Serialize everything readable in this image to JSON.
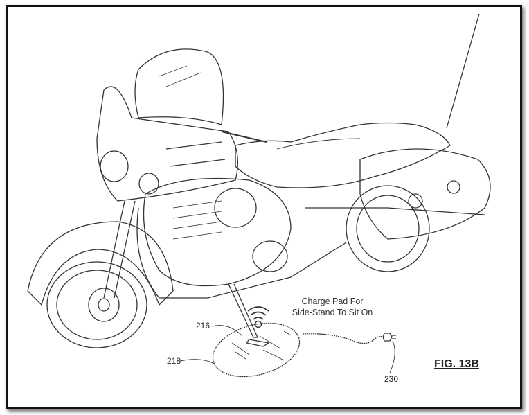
{
  "figure": {
    "title": "FIG. 13B",
    "caption_line1": "Charge Pad For",
    "caption_line2": "Side-Stand To Sit On",
    "refs": {
      "side_stand": "216",
      "charge_pad": "218",
      "power_plug": "230"
    }
  }
}
